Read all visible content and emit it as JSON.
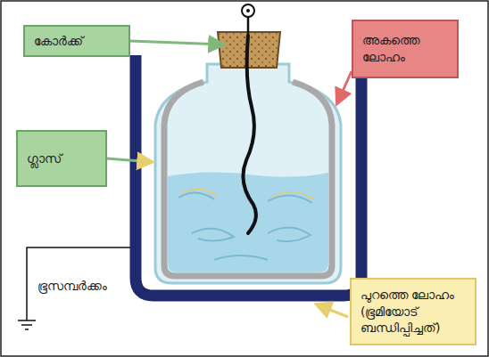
{
  "diagram": {
    "nodes": [
      {
        "text": [
          "കോർക്ക്"
        ]
      },
      {
        "text": [
          "അകത്തെ ലോഹം"
        ]
      },
      {
        "text": [
          "ഗ്ലാസ്"
        ]
      },
      {
        "text": [
          "പുറത്തെ ലോഹം (ഭൂമിയോട് ബന്ധിപ്പിച്ചത്)"
        ]
      }
    ],
    "labels": [
      "ഭൂസമ്പർക്കം"
    ]
  }
}
